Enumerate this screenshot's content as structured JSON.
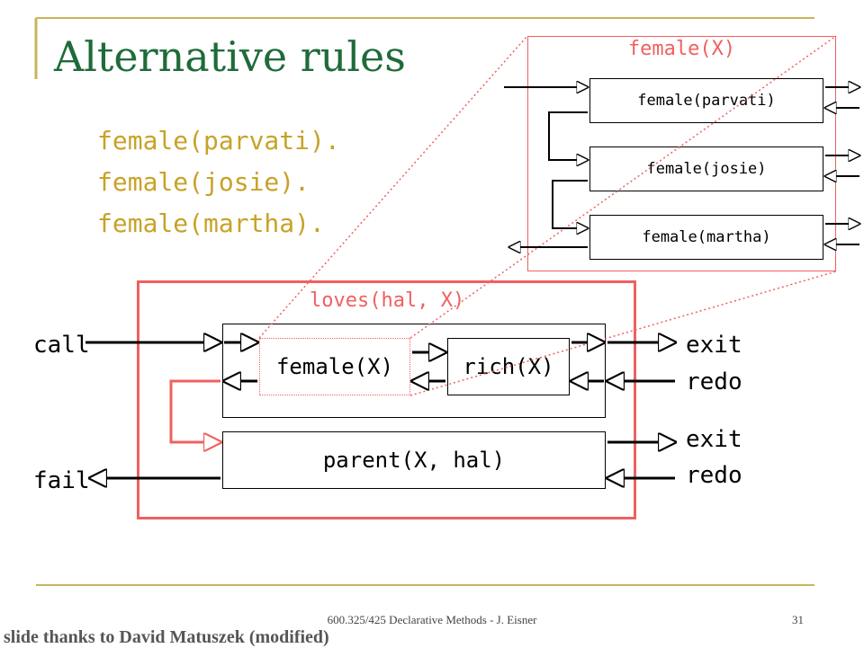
{
  "slide": {
    "title": "Alternative rules",
    "facts": [
      "female(parvati).",
      "female(josie).",
      "female(martha)."
    ],
    "footer": "600.325/425 Declarative Methods - J. Eisner",
    "slide_number": "31",
    "credit": "slide thanks to David Matuszek (modified)"
  },
  "main_diagram": {
    "title": "loves(hal, X)",
    "call_label": "call",
    "fail_label": "fail",
    "female_goal": "female(X)",
    "rich_goal": "rich(X)",
    "parent_goal": "parent(X, hal)",
    "exit_1": "exit",
    "redo_1": "redo",
    "exit_2": "exit",
    "redo_2": "redo"
  },
  "zoom_diagram": {
    "title": "female(X)",
    "clauses": [
      "female(parvati)",
      "female(josie)",
      "female(martha)"
    ]
  },
  "colors": {
    "title": "#1f6b3a",
    "facts": "#c8a227",
    "outline_red": "#f06060",
    "rule_gold": "#c8b45a"
  }
}
